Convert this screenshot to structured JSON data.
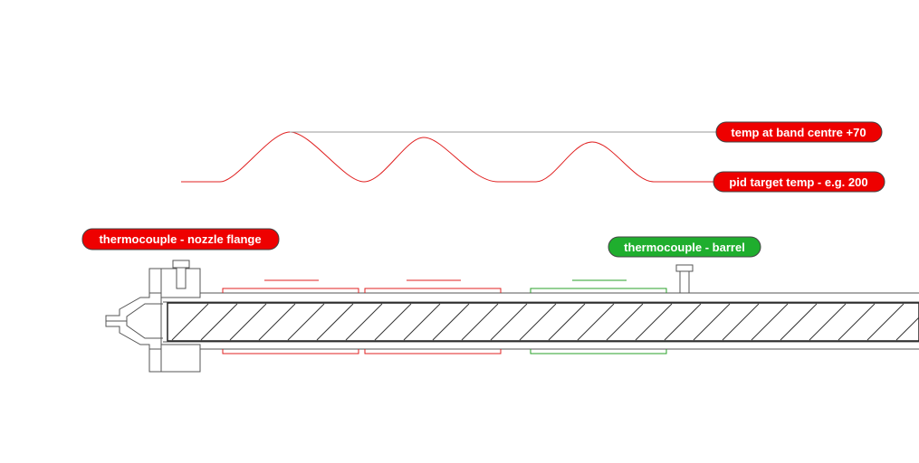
{
  "labels": {
    "band_centre": "temp at band centre +70",
    "pid_target": "pid target temp - e.g. 200",
    "tc_nozzle": "thermocouple - nozzle flange",
    "tc_barrel": "thermocouple - barrel"
  },
  "colors": {
    "red_label": "#ee0000",
    "green_label": "#1fae2e",
    "red_band": "#e02020",
    "green_band": "#2aa02a",
    "outline": "#555555",
    "pointer_line": "#999999"
  }
}
